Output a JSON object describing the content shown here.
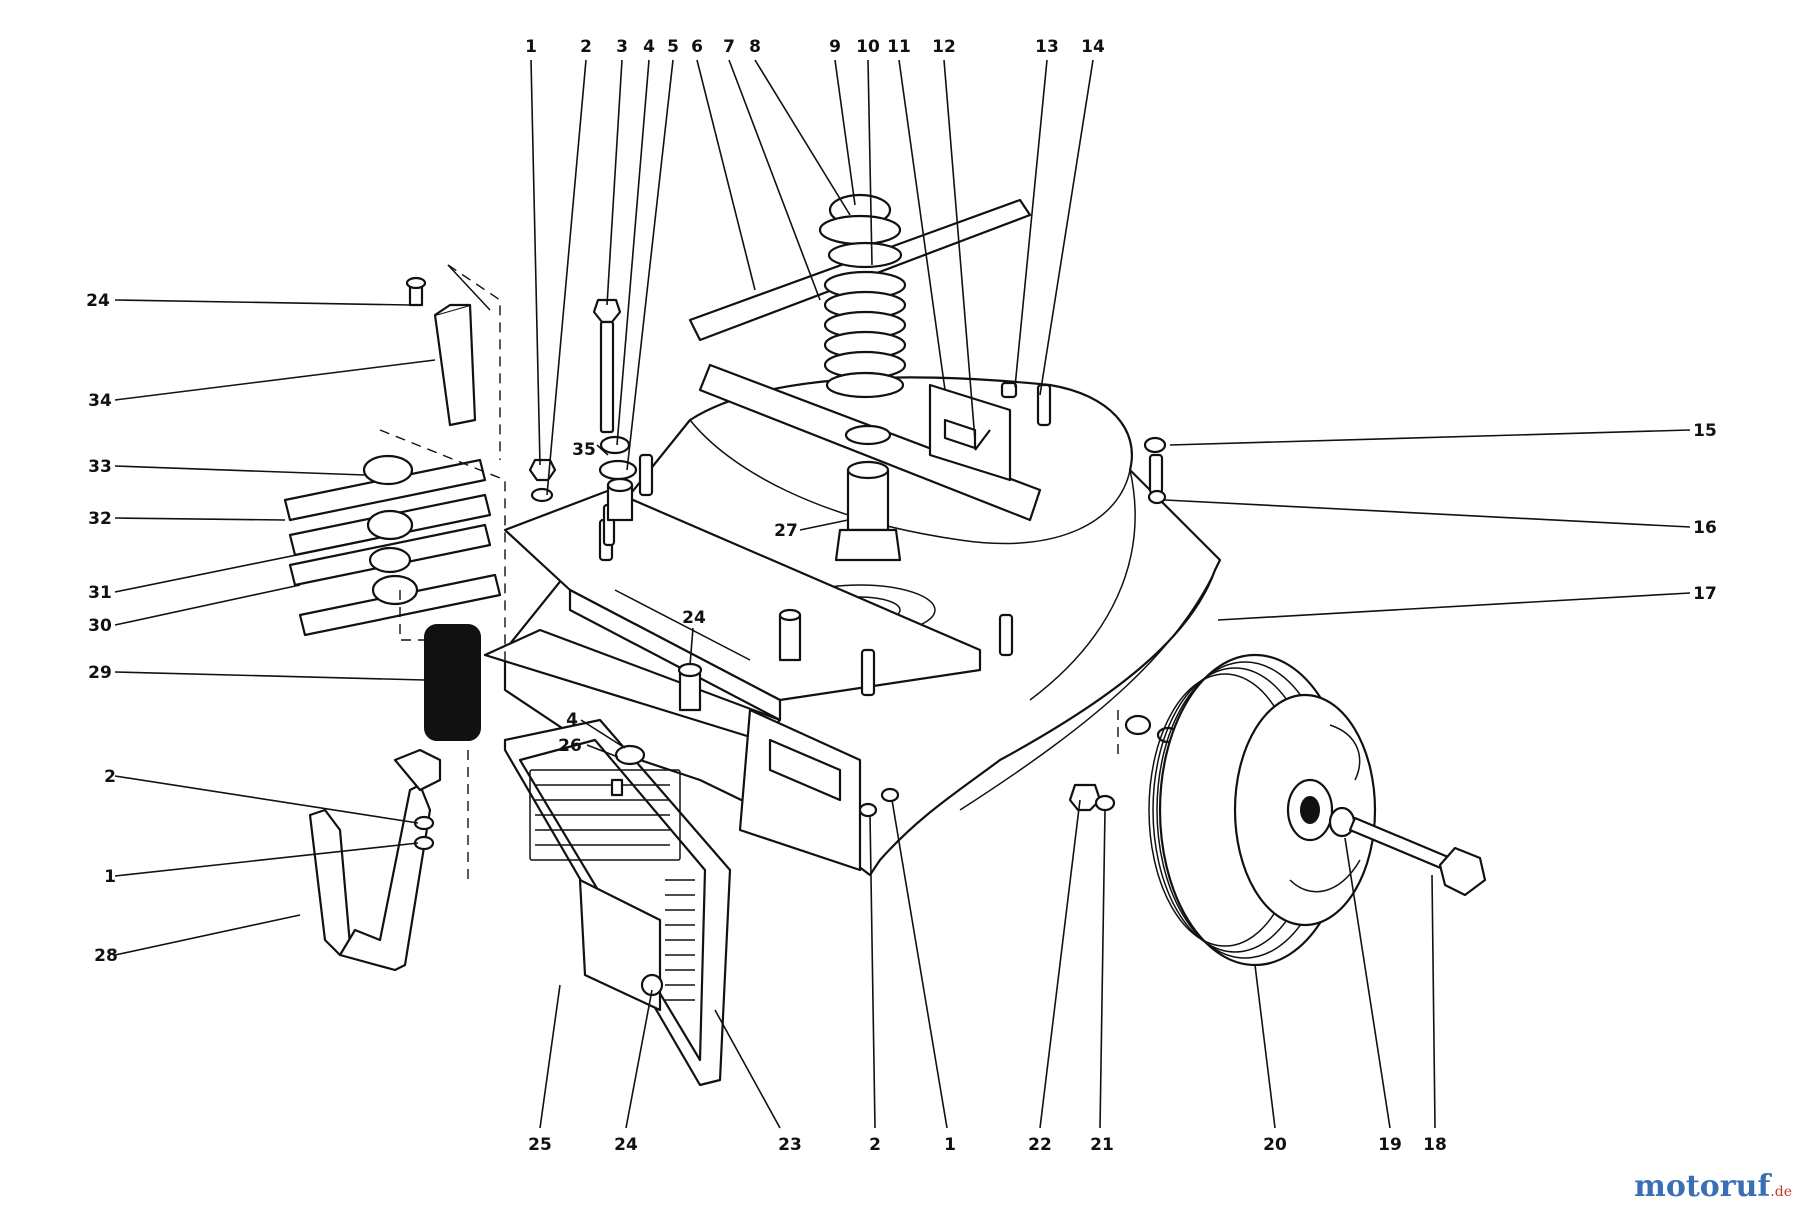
{
  "callouts": {
    "top": [
      "1",
      "2",
      "3",
      "4",
      "5",
      "6",
      "7",
      "8",
      "9",
      "10",
      "11",
      "12",
      "13",
      "14"
    ],
    "left": [
      "24",
      "34",
      "33",
      "32",
      "31",
      "30",
      "29",
      "2",
      "1",
      "28"
    ],
    "right": [
      "15",
      "16",
      "17"
    ],
    "bottom": [
      "25",
      "24",
      "23",
      "2",
      "1",
      "22",
      "21",
      "20",
      "19",
      "18"
    ],
    "inner": [
      "35",
      "27",
      "24",
      "4",
      "26"
    ]
  },
  "watermark": {
    "main": "motoruf",
    "tld": ".de"
  }
}
